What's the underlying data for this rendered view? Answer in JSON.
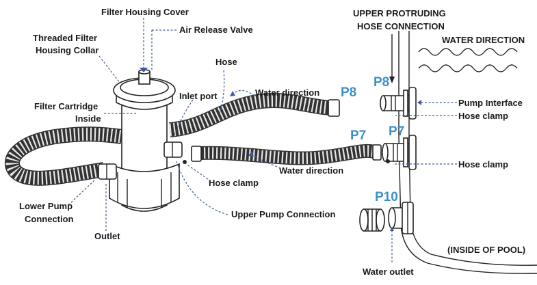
{
  "labels": {
    "filter_housing_cover": "Filter Housing Cover",
    "air_release_valve": "Air Release Valve",
    "threaded_collar_1": "Threaded Filter",
    "threaded_collar_2": "Housing Collar",
    "hose": "Hose",
    "filter_cartridge_1": "Filter Cartridge",
    "filter_cartridge_2": "Inside",
    "inlet_port": "Inlet port",
    "water_direction_top": "Water direction",
    "water_direction_mid": "Water direction",
    "hose_clamp_left": "Hose clamp",
    "lower_pump_connection_1": "Lower Pump",
    "lower_pump_connection_2": "Connection",
    "outlet": "Outlet",
    "upper_pump_connection": "Upper Pump Connection",
    "upper_protruding_1": "UPPER PROTRUDING",
    "upper_protruding_2": "HOSE CONNECTION",
    "water_direction_pool": "WATER DIRECTION",
    "pump_interface": "Pump Interface",
    "hose_clamp_right_top": "Hose clamp",
    "hose_clamp_right_bottom": "Hose clamp",
    "inside_of_pool": "(INSIDE OF POOL)",
    "water_outlet": "Water outlet"
  },
  "part_tags": {
    "p8_hose": "P8",
    "p7_hose": "P7",
    "p8_wall": "P8",
    "p7_wall": "P7",
    "p10_wall": "P10"
  },
  "colors": {
    "tag_blue": "#3b8fc9",
    "leader_blue": "#3c5a9a",
    "ink": "#222222"
  }
}
